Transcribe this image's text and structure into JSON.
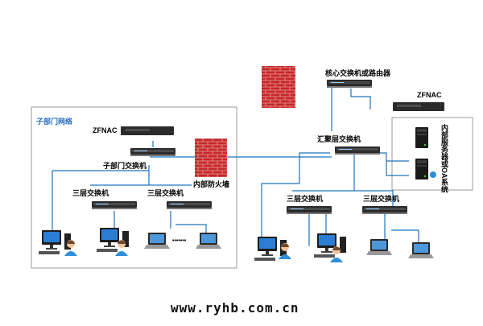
{
  "subnet": {
    "title": "子部门网络"
  },
  "devices": {
    "core_router": "核心交换机或路由器",
    "zfnac_right": "ZFNAC",
    "zfnac_left": "ZFNAC",
    "sub_switch": "子部门交换机",
    "aggregation_switch": "汇聚层交换机",
    "internal_firewall": "内部防火墙",
    "layer3_switch": "三层交换机",
    "internal_servers": "内部服务器或OA系统"
  },
  "ellipsis": "•••••••",
  "watermark": "www.ryhb.com.cn",
  "colors": {
    "line": "#1e73be",
    "brick": "#c8282a",
    "subnet_border": "#9a9a9a",
    "title": "#2a6fc2"
  }
}
